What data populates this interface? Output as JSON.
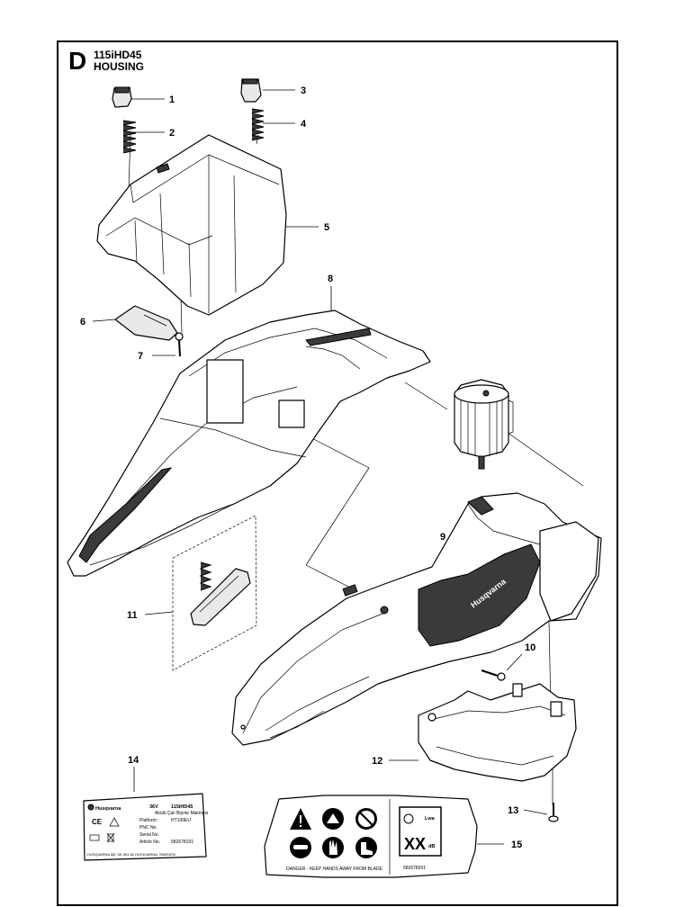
{
  "header": {
    "section": "D",
    "model": "115iHD45",
    "title": "HOUSING"
  },
  "callouts": [
    "1",
    "2",
    "3",
    "4",
    "5",
    "6",
    "7",
    "8",
    "9",
    "10",
    "11",
    "12",
    "13",
    "14",
    "15"
  ],
  "label_14": {
    "brand": "Husqvarna",
    "voltage": "36V",
    "model": "115iHD45",
    "desc": "Akülü Çalı Biçme Makinesi",
    "platform_label": "Platform:",
    "platform_value": "HT100EU",
    "pnc_label": "PNC No.",
    "serial_label": "Serial No.",
    "article_label": "Article No.",
    "article_value": "582678101",
    "footer": "HUSQVARNA AB, SE-561 82 HUSKVARNA, SWEDEN"
  },
  "label_15": {
    "danger_text": "DANGER - KEEP HANDS AWAY FROM BLADE",
    "part_number": "582678201",
    "noise_value": "XX",
    "noise_unit": "dB",
    "lwa": "Lwa"
  },
  "housing_logo": "Husqvarna",
  "icons": [
    "warning-triangle-icon",
    "read-manual-icon",
    "no-rain-icon",
    "eye-protection-icon",
    "gloves-icon",
    "boots-icon",
    "ce-mark-icon",
    "weee-bin-icon"
  ]
}
